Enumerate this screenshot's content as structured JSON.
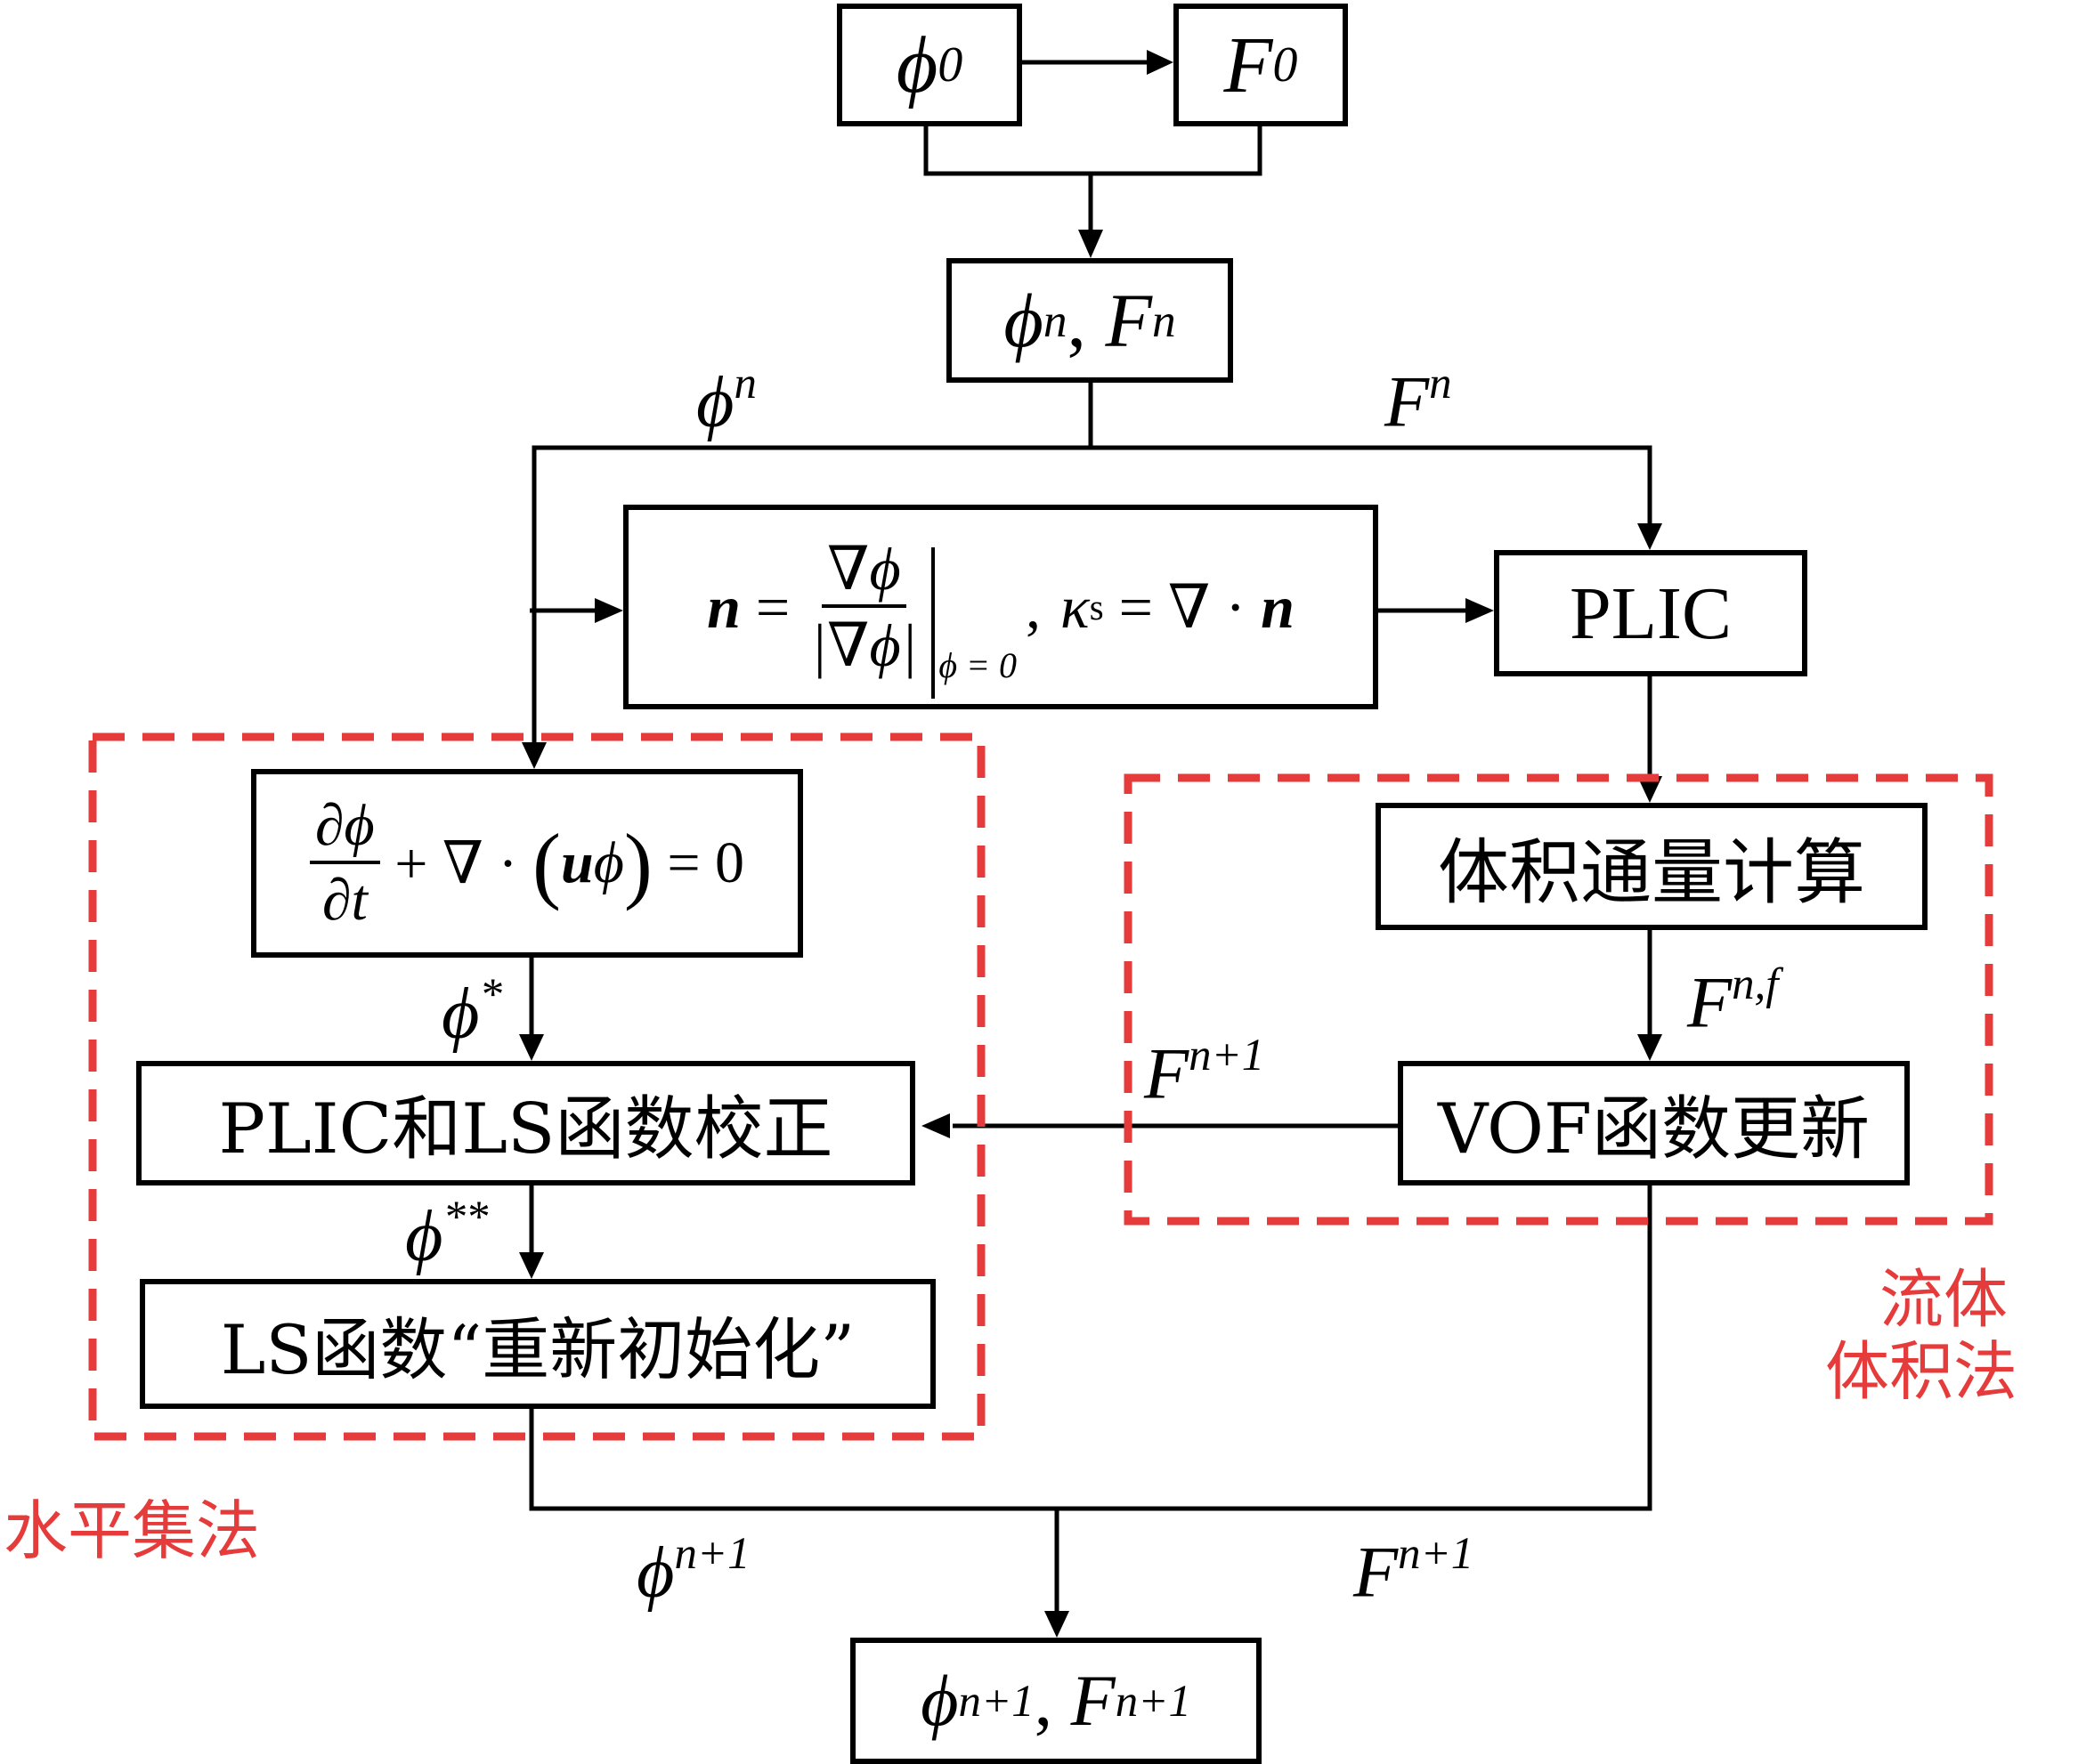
{
  "nodes": {
    "phi0": {
      "sym": "ϕ",
      "sup": "0"
    },
    "F0": {
      "sym": "F",
      "sup": "0"
    },
    "phin_Fn": {
      "sym1": "ϕ",
      "sup1": "n",
      "sep": ", ",
      "sym2": "F",
      "sup2": "n"
    },
    "normal": {
      "n": "n",
      "eq": " = ",
      "frac_num": "∇ϕ",
      "frac_den": "|∇ϕ|",
      "eval_sub": "ϕ = 0",
      "comma": ",",
      "kappa": "κ",
      "kappa_sub": "s",
      "rhs": " = ∇ · ",
      "n2": "n"
    },
    "plic": "PLIC",
    "advection": {
      "frac_num": "∂ϕ",
      "frac_den": "∂t",
      "plus": " + ∇ · ",
      "lparen": "(",
      "u": "u",
      "phi": "ϕ",
      "rparen": ")",
      "eq": " = 0"
    },
    "volume_flux": "体积通量计算",
    "plic_ls_correction": "PLIC和LS函数校正",
    "vof_update": "VOF函数更新",
    "ls_reinit": "LS函数“重新初始化”",
    "final": {
      "sym1": "ϕ",
      "sup1": "n+1",
      "sep": ", ",
      "sym2": "F",
      "sup2": "n+1"
    }
  },
  "edge_labels": {
    "phin": {
      "sym": "ϕ",
      "sup": "n"
    },
    "Fn": {
      "sym": "F",
      "sup": "n"
    },
    "phistar": {
      "sym": "ϕ",
      "sup": "*"
    },
    "phistarstar": {
      "sym": "ϕ",
      "sup": "**"
    },
    "Fnf": {
      "sym": "F",
      "sup": "n,f"
    },
    "Fnp1_mid": {
      "sym": "F",
      "sup": "n+1"
    },
    "phinp1": {
      "sym": "ϕ",
      "sup": "n+1"
    },
    "Fnp1": {
      "sym": "F",
      "sup": "n+1"
    }
  },
  "groups": {
    "level_set": "水平集法",
    "vof_line1": "流体",
    "vof_line2": "体积法"
  },
  "colors": {
    "line": "#000000",
    "group_border": "#e63b3b",
    "group_text": "#e63b3b"
  }
}
